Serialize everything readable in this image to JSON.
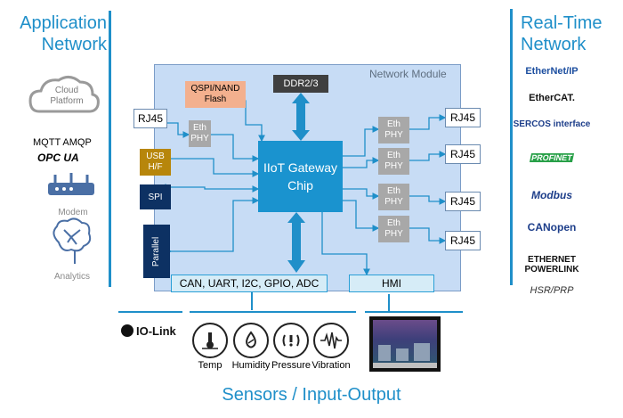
{
  "left_panel": {
    "title": "Application Network",
    "cloud_label": "Cloud Platform",
    "mqtt_label": "MQTT AMQP",
    "opcua_label": "OPC UA",
    "modem_label": "Modem",
    "analytics_label": "Analytics"
  },
  "right_panel": {
    "title": "Real-Time Network",
    "protocols": [
      "EtherNet/IP",
      "EtherCAT.",
      "SERCOS interface",
      "PROFINET",
      "Modbus",
      "CANopen",
      "ETHERNET POWERLINK",
      "HSR/PRP"
    ]
  },
  "module": {
    "label": "Network Module",
    "ddr": "DDR2/3",
    "flash": "QSPI/NAND Flash",
    "chip": "IIoT Gateway Chip",
    "usb": "USB H/F",
    "spi": "SPI",
    "parallel": "Parallel",
    "bus": "CAN, UART, I2C, GPIO, ADC",
    "hmi": "HMI",
    "rj45": "RJ45",
    "eth_phy": "Eth PHY"
  },
  "bottom": {
    "iolink": "IO-Link",
    "sensors": [
      "Temp",
      "Humidity",
      "Pressure",
      "Vibration"
    ],
    "caption": "Sensors / Input-Output"
  },
  "colors": {
    "accent": "#1f8fc9",
    "module_bg": "#c7dcf5",
    "chip": "#1a93cf",
    "phy": "#a8a8a8",
    "dark": "#0d3163",
    "usb": "#b7860b"
  }
}
